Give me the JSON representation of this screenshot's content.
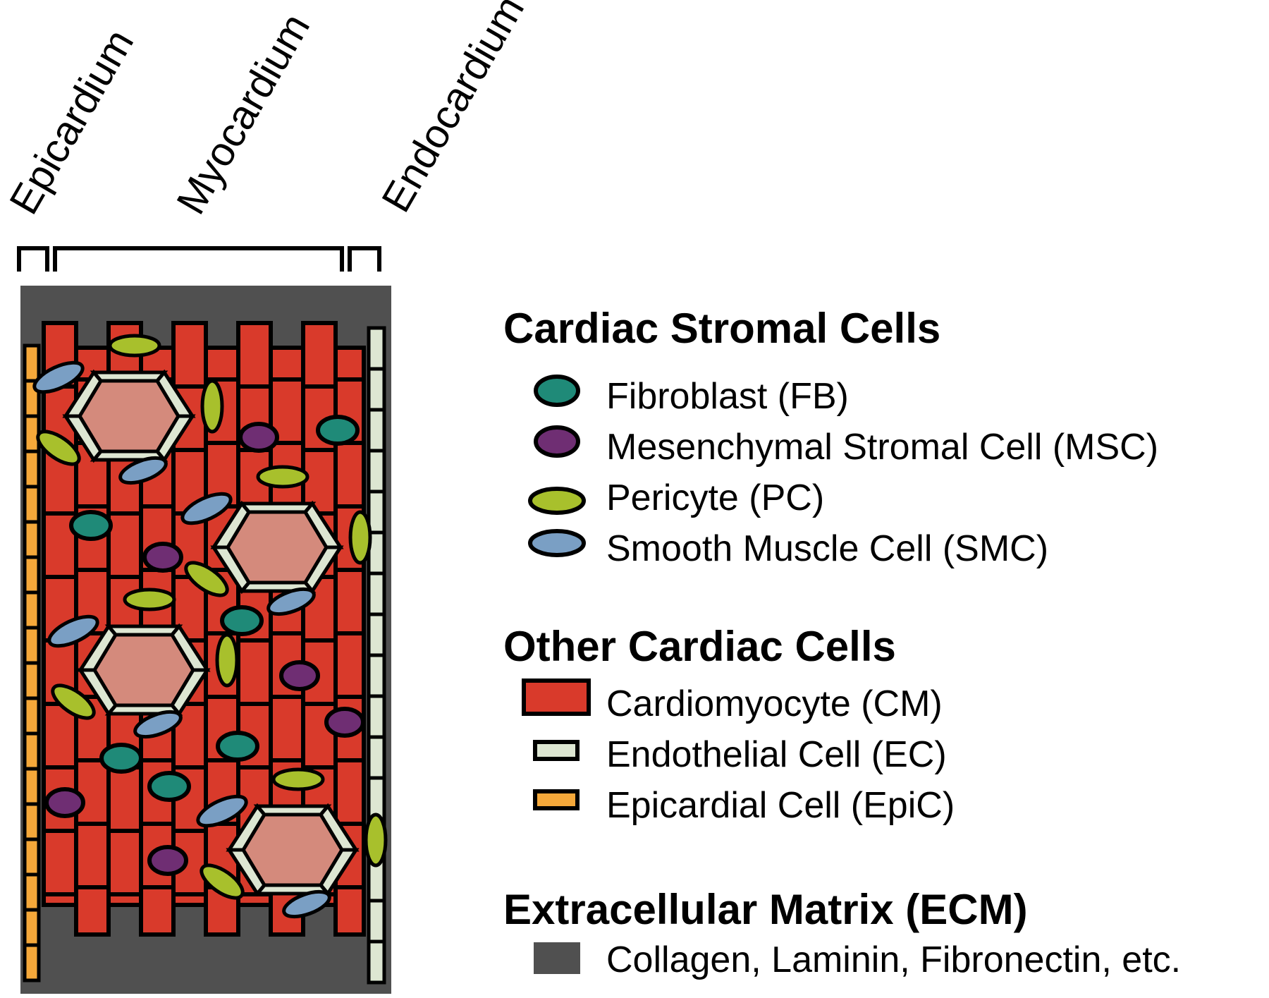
{
  "layers": {
    "epicardium": "Epicardium",
    "myocardium": "Myocardium",
    "endocardium": "Endocardium"
  },
  "legend": {
    "stromal_title": "Cardiac Stromal Cells",
    "stromal_items": [
      {
        "label": "Fibroblast (FB)",
        "color": "#1f8a78"
      },
      {
        "label": "Mesenchymal Stromal Cell (MSC)",
        "color": "#6f2e73"
      },
      {
        "label": "Pericyte (PC)",
        "color": "#a8c02c"
      },
      {
        "label": "Smooth Muscle Cell (SMC)",
        "color": "#7a9fc4"
      }
    ],
    "other_title": "Other Cardiac Cells",
    "other_items": [
      {
        "label": "Cardiomyocyte (CM)",
        "color": "#d93a2b"
      },
      {
        "label": "Endothelial Cell (EC)",
        "color": "#dde6d2"
      },
      {
        "label": "Epicardial Cell (EpiC)",
        "color": "#f5a83a"
      }
    ],
    "ecm_title": "Extracellular Matrix (ECM)",
    "ecm_item": {
      "label": "Collagen, Laminin, Fibronectin, etc.",
      "color": "#505050"
    }
  },
  "colors": {
    "ecm": "#505050",
    "cardiomyocyte": "#d93a2b",
    "vessel_lumen": "#d48a7c",
    "endothelial": "#dde6d2",
    "epicardial": "#f5a83a",
    "fibroblast": "#1f8a78",
    "msc": "#6f2e73",
    "pericyte": "#a8c02c",
    "smc": "#7a9fc4"
  }
}
